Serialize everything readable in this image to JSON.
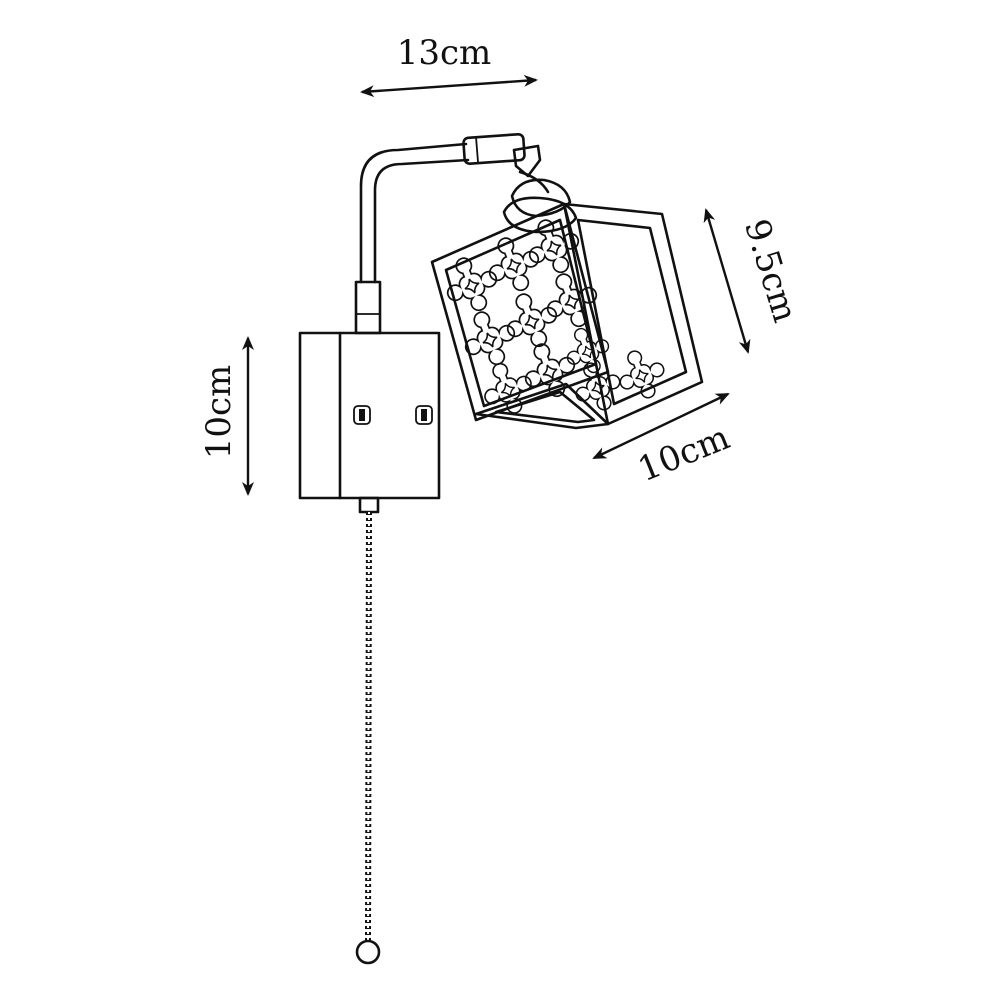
{
  "dimensions": {
    "arm_length": "13cm",
    "backplate_height": "10cm",
    "shade_height": "9.5cm",
    "shade_width": "10cm"
  }
}
